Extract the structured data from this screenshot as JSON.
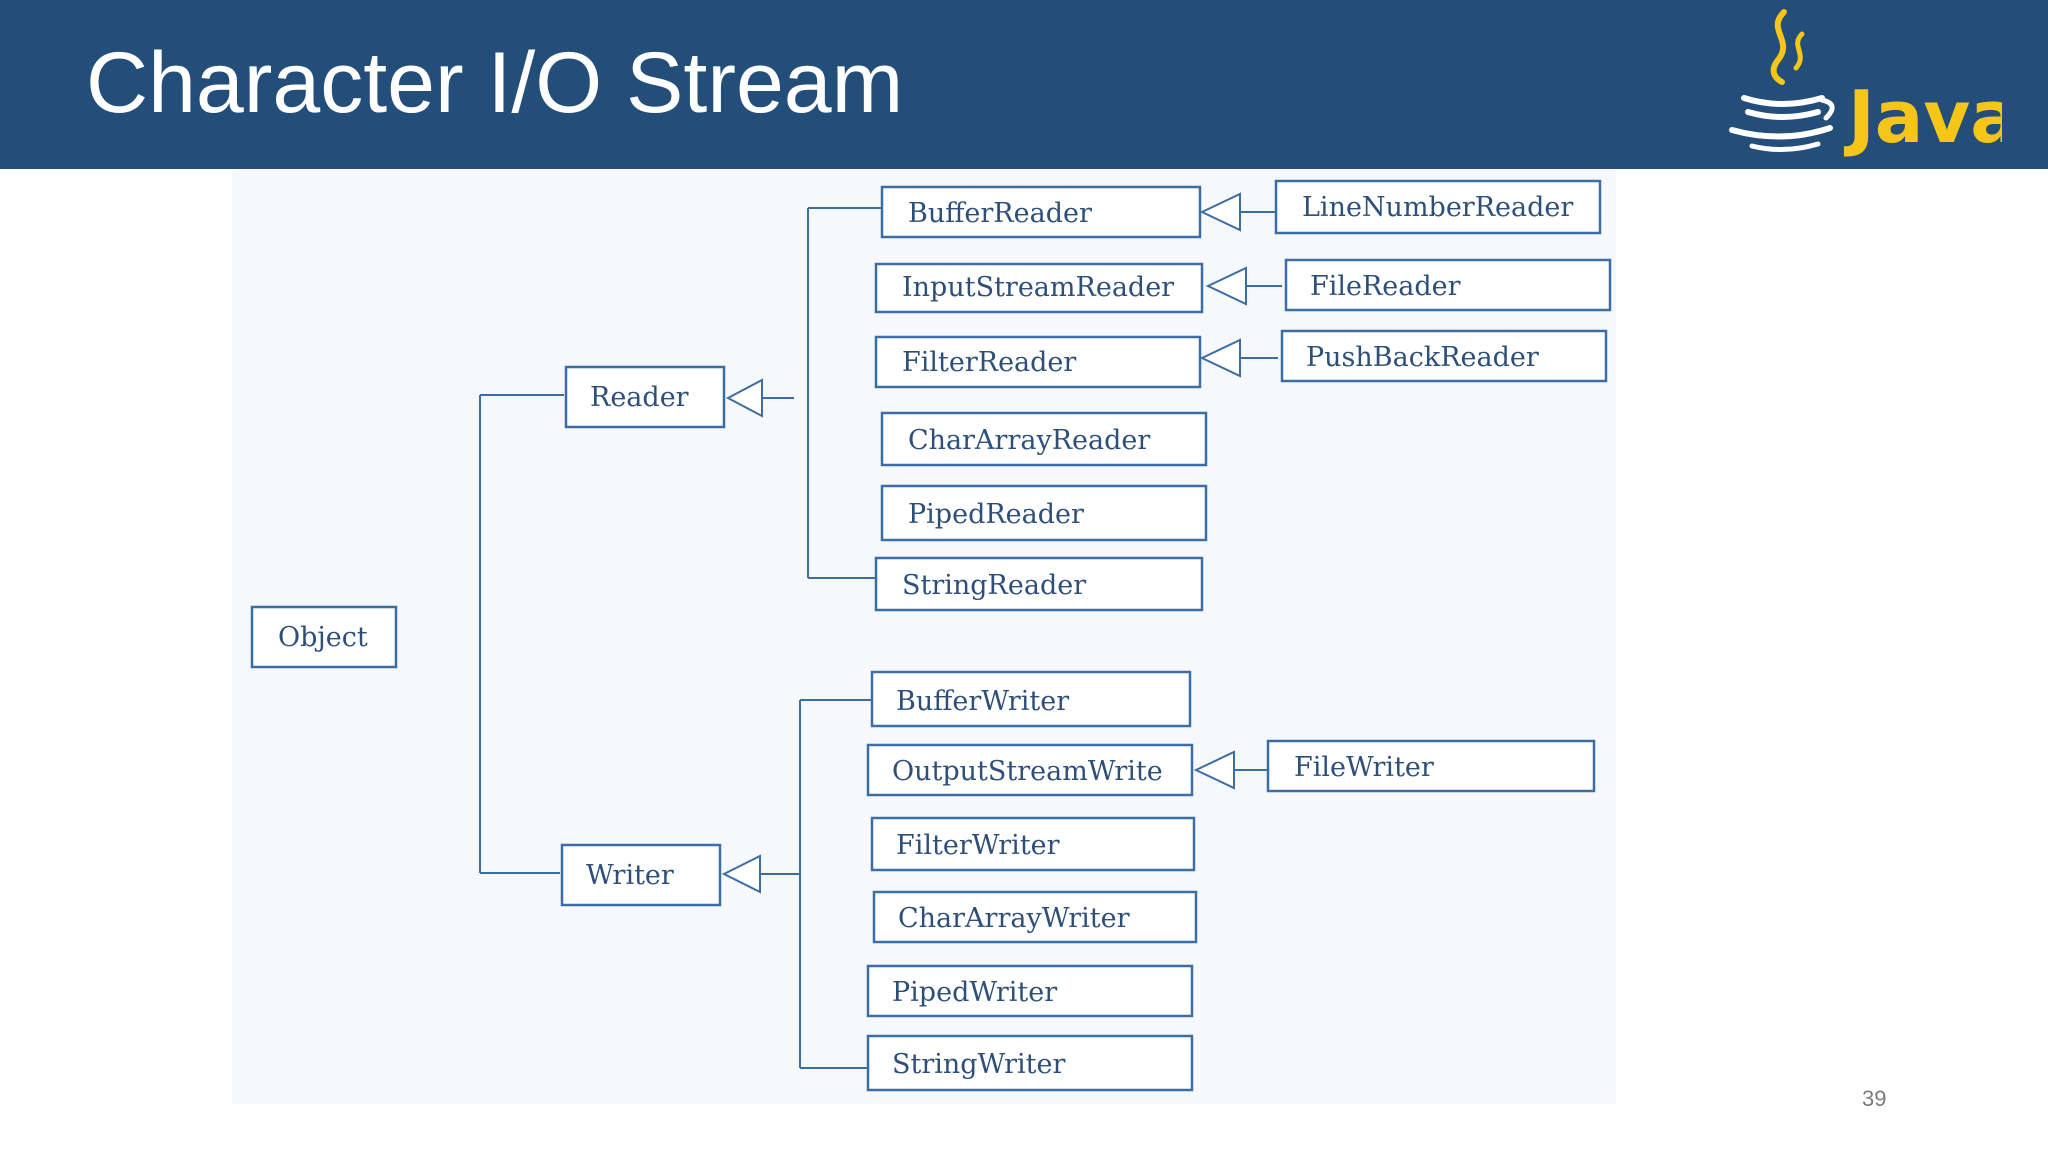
{
  "slide": {
    "title": "Character I/O Stream",
    "page_number": "39",
    "logo_text": "Java"
  },
  "colors": {
    "header_bg": "#234e7a",
    "title_text": "#ffffff",
    "node_border": "#3a6ea5",
    "node_text": "#2e4f79",
    "logo_yellow": "#f5c518",
    "panel_bg": "#f6f8fb"
  },
  "diagram": {
    "root": "Object",
    "reader": {
      "label": "Reader",
      "subclasses": [
        {
          "label": "BufferReader",
          "subclass": "LineNumberReader"
        },
        {
          "label": "InputStreamReader",
          "subclass": "FileReader"
        },
        {
          "label": "FilterReader",
          "subclass": "PushBackReader"
        },
        {
          "label": "CharArrayReader"
        },
        {
          "label": "PipedReader"
        },
        {
          "label": "StringReader"
        }
      ]
    },
    "writer": {
      "label": "Writer",
      "subclasses": [
        {
          "label": "BufferWriter"
        },
        {
          "label": "OutputStreamWrite",
          "subclass": "FileWriter"
        },
        {
          "label": "FilterWriter"
        },
        {
          "label": "CharArrayWriter"
        },
        {
          "label": "PipedWriter"
        },
        {
          "label": "StringWriter"
        }
      ]
    }
  }
}
